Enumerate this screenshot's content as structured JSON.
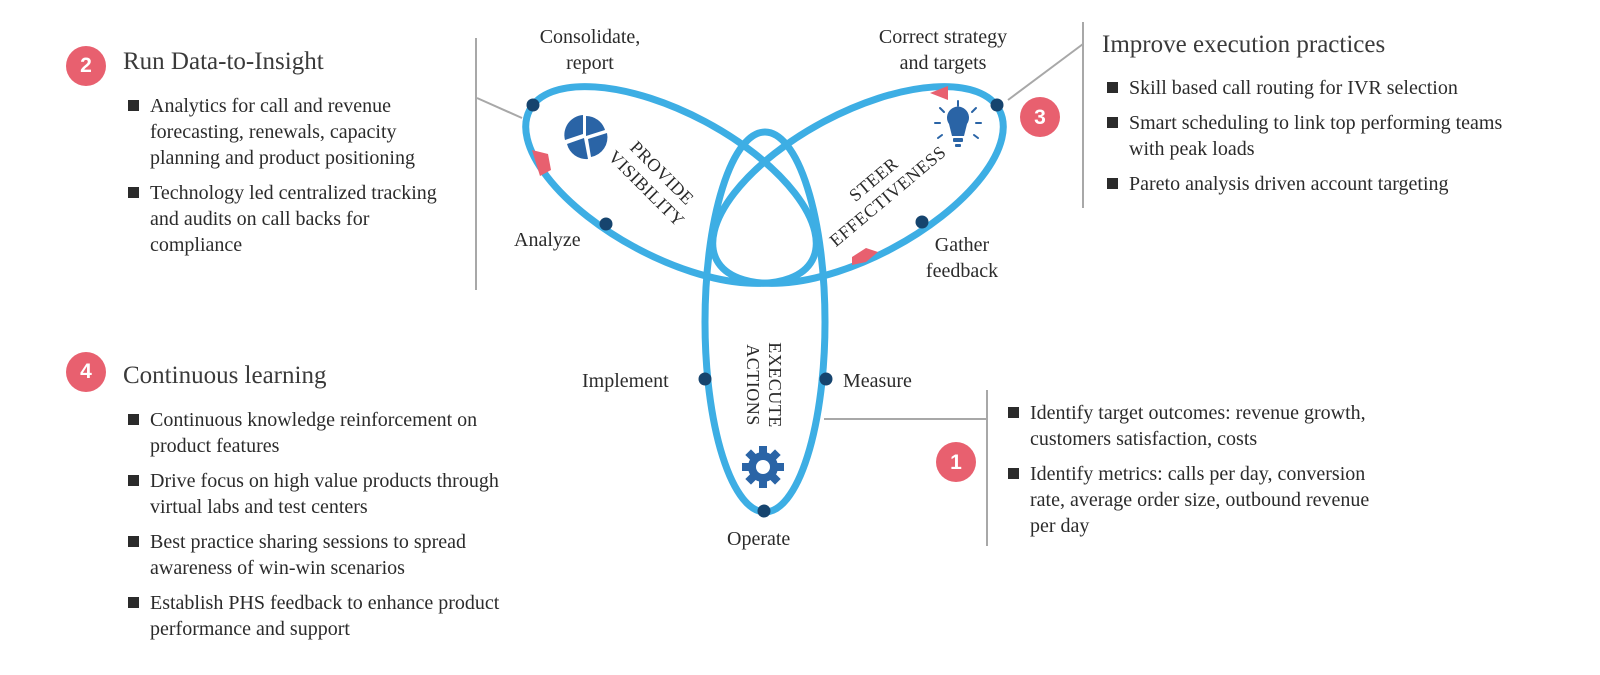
{
  "sections": {
    "s2": {
      "number": "2",
      "title": "Run Data-to-Insight",
      "bullets": [
        "Analytics for call and revenue forecasting, renewals, capacity planning and product positioning",
        "Technology led centralized tracking and audits on call backs for compliance"
      ]
    },
    "s3": {
      "number": "3",
      "title": "Improve execution practices",
      "bullets": [
        "Skill based call routing for IVR selection",
        "Smart scheduling to link top performing teams with peak loads",
        "Pareto analysis driven account targeting"
      ]
    },
    "s4": {
      "number": "4",
      "title": "Continuous learning",
      "bullets": [
        "Continuous knowledge reinforcement on product features",
        "Drive focus on high value products through virtual labs and test centers",
        "Best practice sharing sessions to spread awareness of win-win scenarios",
        "Establish PHS feedback to enhance product performance and support"
      ]
    },
    "s1": {
      "number": "1",
      "bullets": [
        "Identify target outcomes: revenue growth, customers satisfaction, costs",
        "Identify metrics: calls per day, conversion rate, average order size, outbound revenue per day"
      ]
    }
  },
  "diagram": {
    "loops": {
      "left": {
        "line1": "PROVIDE",
        "line2": "VISIBILITY",
        "icon": "pie-chart-icon"
      },
      "right": {
        "line1": "STEER",
        "line2": "EFFECTIVENESS",
        "icon": "lightbulb-icon"
      },
      "bottom": {
        "line1": "EXECUTE",
        "line2": "ACTIONS",
        "icon": "gear-icon"
      }
    },
    "nodes": {
      "consolidate": "Consolidate,\nreport",
      "analyze": "Analyze",
      "correct": "Correct strategy\nand targets",
      "gather": "Gather\nfeedback",
      "implement": "Implement",
      "measure": "Measure",
      "operate": "Operate"
    }
  },
  "colors": {
    "loop": "#3daee4",
    "node": "#16446e",
    "accent": "#e8606f",
    "icon": "#2a64a6",
    "divider": "#a8a8a8"
  }
}
